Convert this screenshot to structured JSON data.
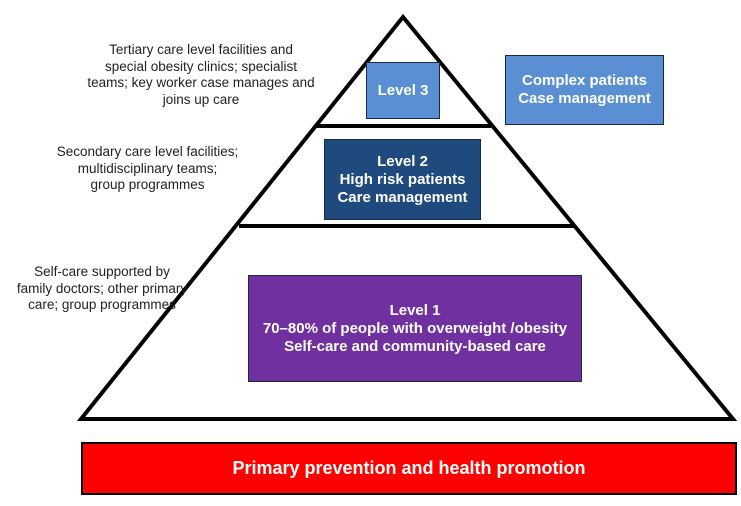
{
  "pyramid": {
    "levels": [
      {
        "level": "Level 3",
        "side_description": "Tertiary care level facilities and\nspecial obesity clinics; specialist\nteams; key worker case manages and\njoins up care",
        "box_lines": [
          "Level 3"
        ],
        "color": "#5b8fd4"
      },
      {
        "level": "Level 2",
        "side_description": "Secondary care level facilities;\nmultidisciplinary teams;\ngroup programmes",
        "box_lines": [
          "Level 2",
          "High risk patients",
          "Care management"
        ],
        "color": "#1f4a7d"
      },
      {
        "level": "Level 1",
        "side_description": "Self-care supported by\nfamily doctors; other primary\ncare; group programmes",
        "box_lines": [
          "Level 1",
          "70–80% of people with overweight /obesity",
          "Self-care and community-based care"
        ],
        "color": "#7030a0"
      }
    ],
    "apex_annotation": {
      "lines": [
        "Complex patients",
        "Case management"
      ],
      "color": "#5b8fd4"
    }
  },
  "foundation": {
    "label": "Primary prevention and health promotion",
    "color": "#ff0000"
  }
}
